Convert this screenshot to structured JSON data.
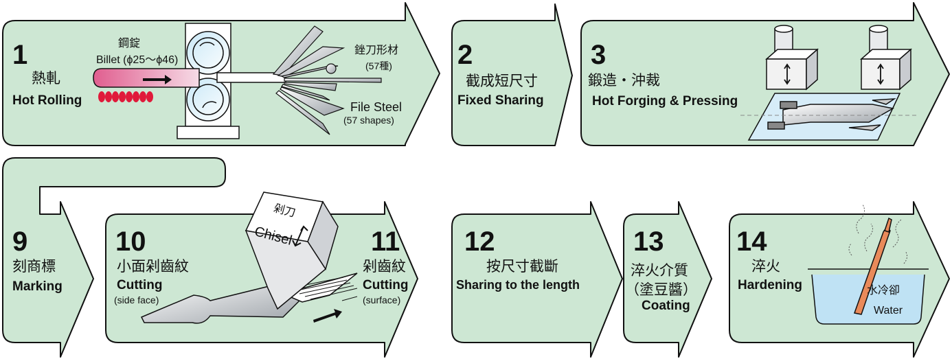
{
  "colors": {
    "arrow_fill": "#cde7d3",
    "arrow_stroke": "#111111",
    "billet": "#e05e8f",
    "flame": "#e01a3a",
    "water": "#bfe2f4"
  },
  "steps": {
    "s1": {
      "number": "1",
      "zh": "熱軋",
      "en": "Hot Rolling"
    },
    "s2": {
      "number": "2",
      "zh": "截成短尺寸",
      "en": "Fixed Sharing"
    },
    "s3": {
      "number": "3",
      "zh": "鍛造・沖裁",
      "en": "Hot Forging & Pressing"
    },
    "s9": {
      "number": "9",
      "zh": "刻商標",
      "en": "Marking"
    },
    "s10": {
      "number": "10",
      "zh": "小面剁齒紋",
      "en": "Cutting",
      "note": "(side face)"
    },
    "s11": {
      "number": "11",
      "zh": "剁齒紋",
      "en": "Cutting",
      "note": "(surface)"
    },
    "s12": {
      "number": "12",
      "zh": "按尺寸截斷",
      "en": "Sharing to the length"
    },
    "s13": {
      "number": "13",
      "zh": "淬火介質",
      "zh2": "（塗豆醬）",
      "en": "Coating"
    },
    "s14": {
      "number": "14",
      "zh": "淬火",
      "en": "Hardening"
    }
  },
  "annotations": {
    "billet_zh": "鋼錠",
    "billet_en": "Billet (ϕ25～ϕ46)",
    "file_steel_zh": "銼刀形材",
    "file_steel_count_zh": "(57種)",
    "file_steel_en": "File Steel",
    "file_steel_count_en": "(57 shapes)",
    "chisel_zh": "剁刀",
    "chisel_en": "Chisel",
    "water_zh": "水冷卻",
    "water_en": "Water"
  }
}
